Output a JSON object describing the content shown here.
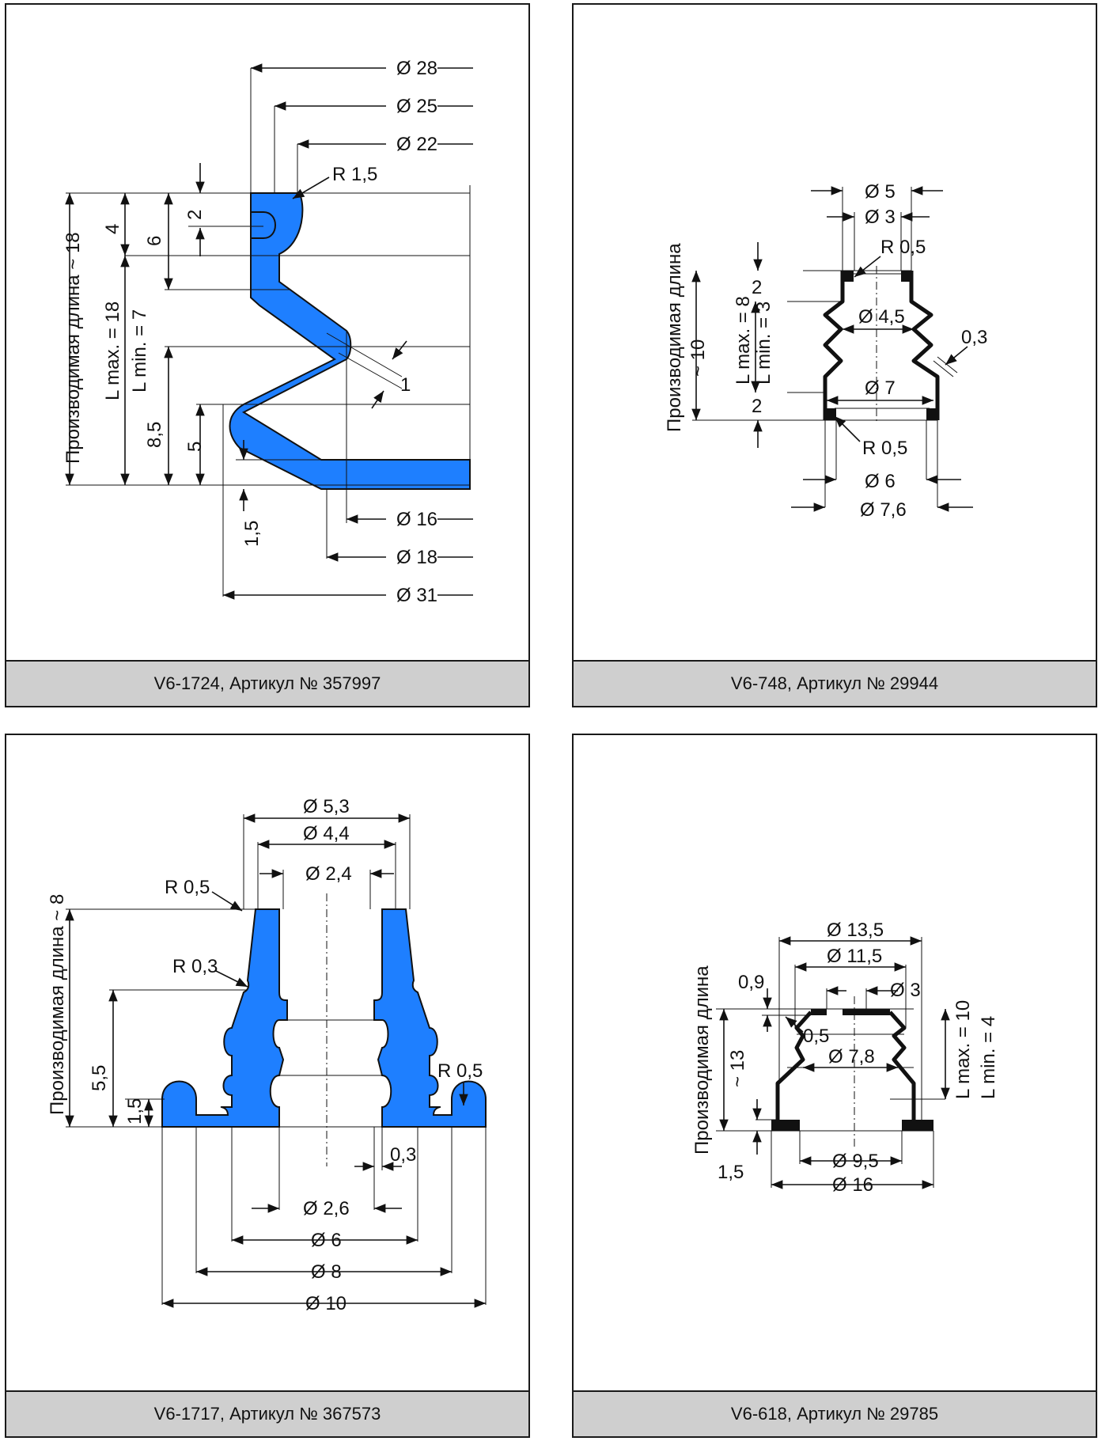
{
  "colors": {
    "part_fill": "#1e7fff",
    "caption_bg": "#cfcfcf",
    "line": "#111111"
  },
  "panels": [
    {
      "caption": "V6-1724, Артикул № 357997",
      "dims": {
        "d28": "Ø 28",
        "d25": "Ø 25",
        "d22": "Ø 22",
        "r15": "R 1,5",
        "d16": "Ø 16",
        "d18": "Ø 18",
        "d31": "Ø 31",
        "h2": "2",
        "h4": "4",
        "h6": "6",
        "h85": "8,5",
        "h5": "5",
        "h15": "1,5",
        "t1": "1",
        "lmax": "L max. = 18",
        "lmin": "L min. = 7",
        "prod": "Производимая длина ~ 18"
      }
    },
    {
      "caption": "V6-748, Артикул № 29944",
      "dims": {
        "d5": "Ø 5",
        "d3": "Ø 3",
        "r05a": "R 0,5",
        "d45": "Ø 4,5",
        "t03": "0,3",
        "d7": "Ø 7",
        "r05b": "R 0,5",
        "d6": "Ø 6",
        "d76": "Ø 7,6",
        "h2a": "2",
        "h2b": "2",
        "lmax": "L max. = 8",
        "lmin": "L min. = 3",
        "approx": "~ 10",
        "prod": "Производимая длина"
      }
    },
    {
      "caption": "V6-1717, Артикул № 367573",
      "dims": {
        "d53": "Ø 5,3",
        "d44": "Ø 4,4",
        "d24": "Ø 2,4",
        "r05a": "R 0,5",
        "r03": "R 0,3",
        "r05b": "R 0,5",
        "h55": "5,5",
        "h15": "1,5",
        "t03": "0,3",
        "d26": "Ø 2,6",
        "d6": "Ø 6",
        "d8": "Ø 8",
        "d10": "Ø 10",
        "prod": "Производимая длина ~ 8"
      }
    },
    {
      "caption": "V6-618, Артикул № 29785",
      "dims": {
        "d135": "Ø 13,5",
        "d115": "Ø 11,5",
        "d3": "Ø 3",
        "h09": "0,9",
        "r05": "0,5",
        "d78": "Ø 7,8",
        "d95": "Ø 9,5",
        "d16": "Ø 16",
        "h15": "1,5",
        "lmax": "L max. = 10",
        "lmin": "L min. = 4",
        "approx": "~ 13",
        "prod": "Производимая длина"
      }
    }
  ]
}
